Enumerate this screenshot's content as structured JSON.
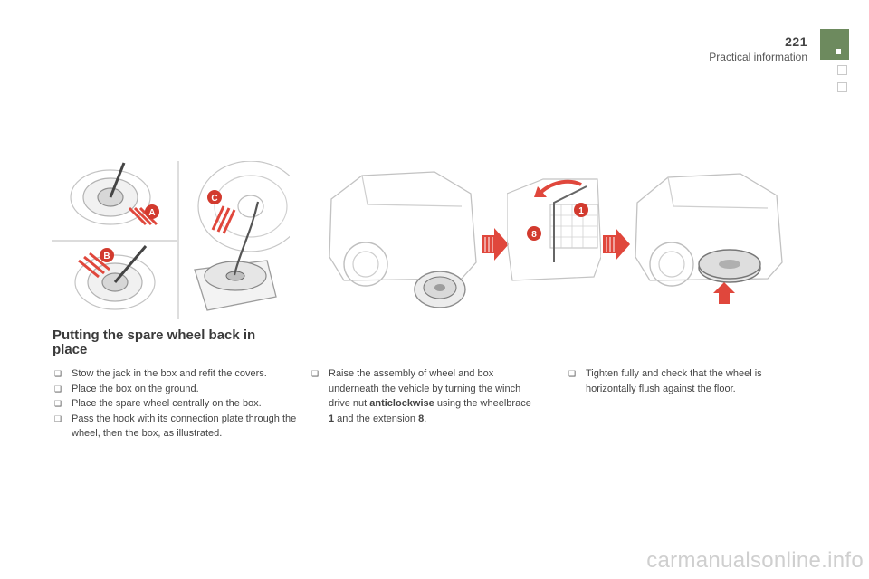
{
  "header": {
    "page_number": "221",
    "section_title": "Practical information"
  },
  "heading": "Putting the spare wheel back in place",
  "column1": {
    "steps": [
      "Stow the jack in the box and refit the covers.",
      "Place the box on the ground.",
      "Place the spare wheel centrally on the box.",
      "Pass the hook with its connection plate through the wheel, then the box, as illustrated."
    ]
  },
  "column2": {
    "text_before": "Raise the assembly of wheel and box underneath the vehicle by turning the winch drive nut ",
    "bold_word": "anticlockwise",
    "text_middle": " using the wheelbrace ",
    "item1": "1",
    "text_and": " and the extension ",
    "item8": "8",
    "text_end": "."
  },
  "column3": {
    "text": "Tighten fully and check that the wheel is horizontally flush against the floor."
  },
  "bullet_glyph": "❑",
  "callouts": {
    "a": "A",
    "b": "B",
    "c": "C",
    "one": "1",
    "eight": "8"
  },
  "watermark": "carmanualsonline.info",
  "colors": {
    "accent_green": "#6d8a5e",
    "callout_red": "#d23a2e",
    "arrow_red": "#e0473c",
    "line_art": "#b9b9b9"
  }
}
